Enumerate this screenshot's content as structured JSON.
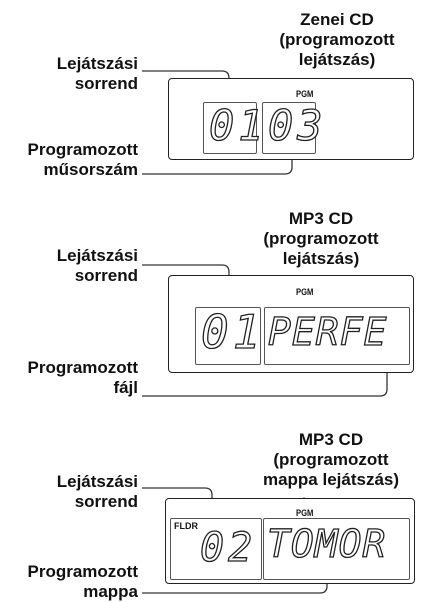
{
  "diagram1": {
    "title": "Zenei CD\n(programozott\nlejátszás)",
    "order_label": "Lejátszási\nsorrend",
    "item_label": "Programozott\nműsorszám",
    "indicator": "PGM",
    "display_order": "01",
    "display_item": "03"
  },
  "diagram2": {
    "title": "MP3 CD\n(programozott\nlejátszás)",
    "order_label": "Lejátszási\nsorrend",
    "item_label": "Programozott\nfájl",
    "indicator": "PGM",
    "display_order": "01",
    "display_item": "PERFE"
  },
  "diagram3": {
    "title": "MP3 CD\n(programozott\nmappa lejátszás)",
    "order_label": "Lejátszási\nsorrend",
    "item_label": "Programozott\nmappa",
    "indicator": "PGM",
    "folder_indicator": "FLDR",
    "display_order": "02",
    "display_item": "TOMOR"
  }
}
